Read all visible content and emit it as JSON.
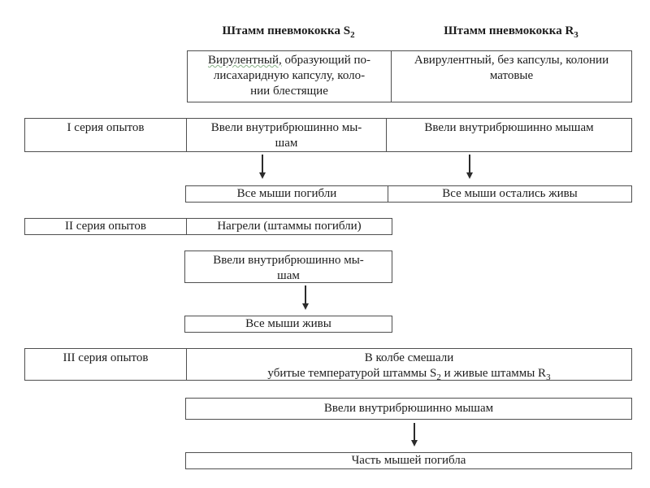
{
  "colors": {
    "border": "#4f4f4f",
    "text": "#1c1c1c",
    "arrow": "#2b2b2b",
    "spellcheck_underline": "#86b086",
    "background": "#ffffff"
  },
  "columns": {
    "s2": {
      "title": "Штамм пневмококка S",
      "title_sub": "2",
      "desc_underlined": "Вирулентный,",
      "desc_line1_rest": " образующий по-",
      "desc_line2": "лисахаридную капсулу, коло-",
      "desc_line3": "нии блестящие"
    },
    "r3": {
      "title": "Штамм пневмококка R",
      "title_sub": "3",
      "desc_line1": "Авирулентный, без капсулы, колонии",
      "desc_line2": "матовые"
    }
  },
  "series1": {
    "label": "I серия опытов",
    "s2_action_line1": "Ввели внутрибрюшинно мы-",
    "s2_action_line2": "шам",
    "r3_action": "Ввели внутрибрюшинно мышам",
    "s2_result": "Все мыши погибли",
    "r3_result": "Все мыши остались живы"
  },
  "series2": {
    "label": "II серия опытов",
    "step1": "Нагрели (штаммы погибли)",
    "step2_line1": "Ввели внутрибрюшинно мы-",
    "step2_line2": "шам",
    "result": "Все мыши живы"
  },
  "series3": {
    "label": "III серия опытов",
    "mix_line1": "В колбе смешали",
    "mix_line2_part1": "убитые температурой штаммы S",
    "mix_line2_sub1": "2",
    "mix_line2_part2": " и живые штаммы R",
    "mix_line2_sub2": "3",
    "step2": "Ввели внутрибрюшинно мышам",
    "result": "Часть мышей погибла"
  }
}
